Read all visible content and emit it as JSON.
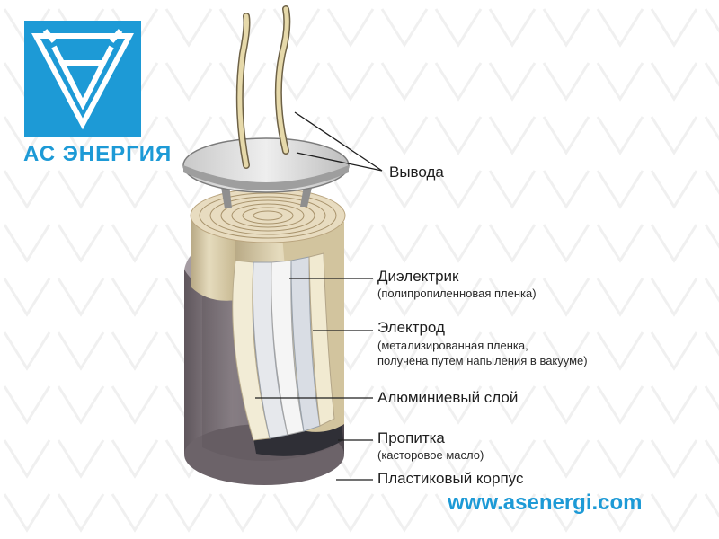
{
  "logo": {
    "name": "АС ЭНЕРГИЯ",
    "color": "#1d9ad6"
  },
  "labels": {
    "leads": "Вывода",
    "dielectric": "Диэлектрик",
    "dielectric_note": "(полипропиленновая пленка)",
    "electrode": "Электрод",
    "electrode_note_1": "(метализированная пленка,",
    "electrode_note_2": "получена путем напыления в вакууме)",
    "aluminum": "Алюминиевый слой",
    "impregnation": "Пропитка",
    "impregnation_note": "(касторовое масло)",
    "case": "Пластиковый корпус"
  },
  "website": "www.asenergi.com",
  "colors": {
    "accent": "#1d9ad6",
    "case": "#8a7f86",
    "film": "#ddd0ad",
    "leader": "#1e1e1e"
  }
}
